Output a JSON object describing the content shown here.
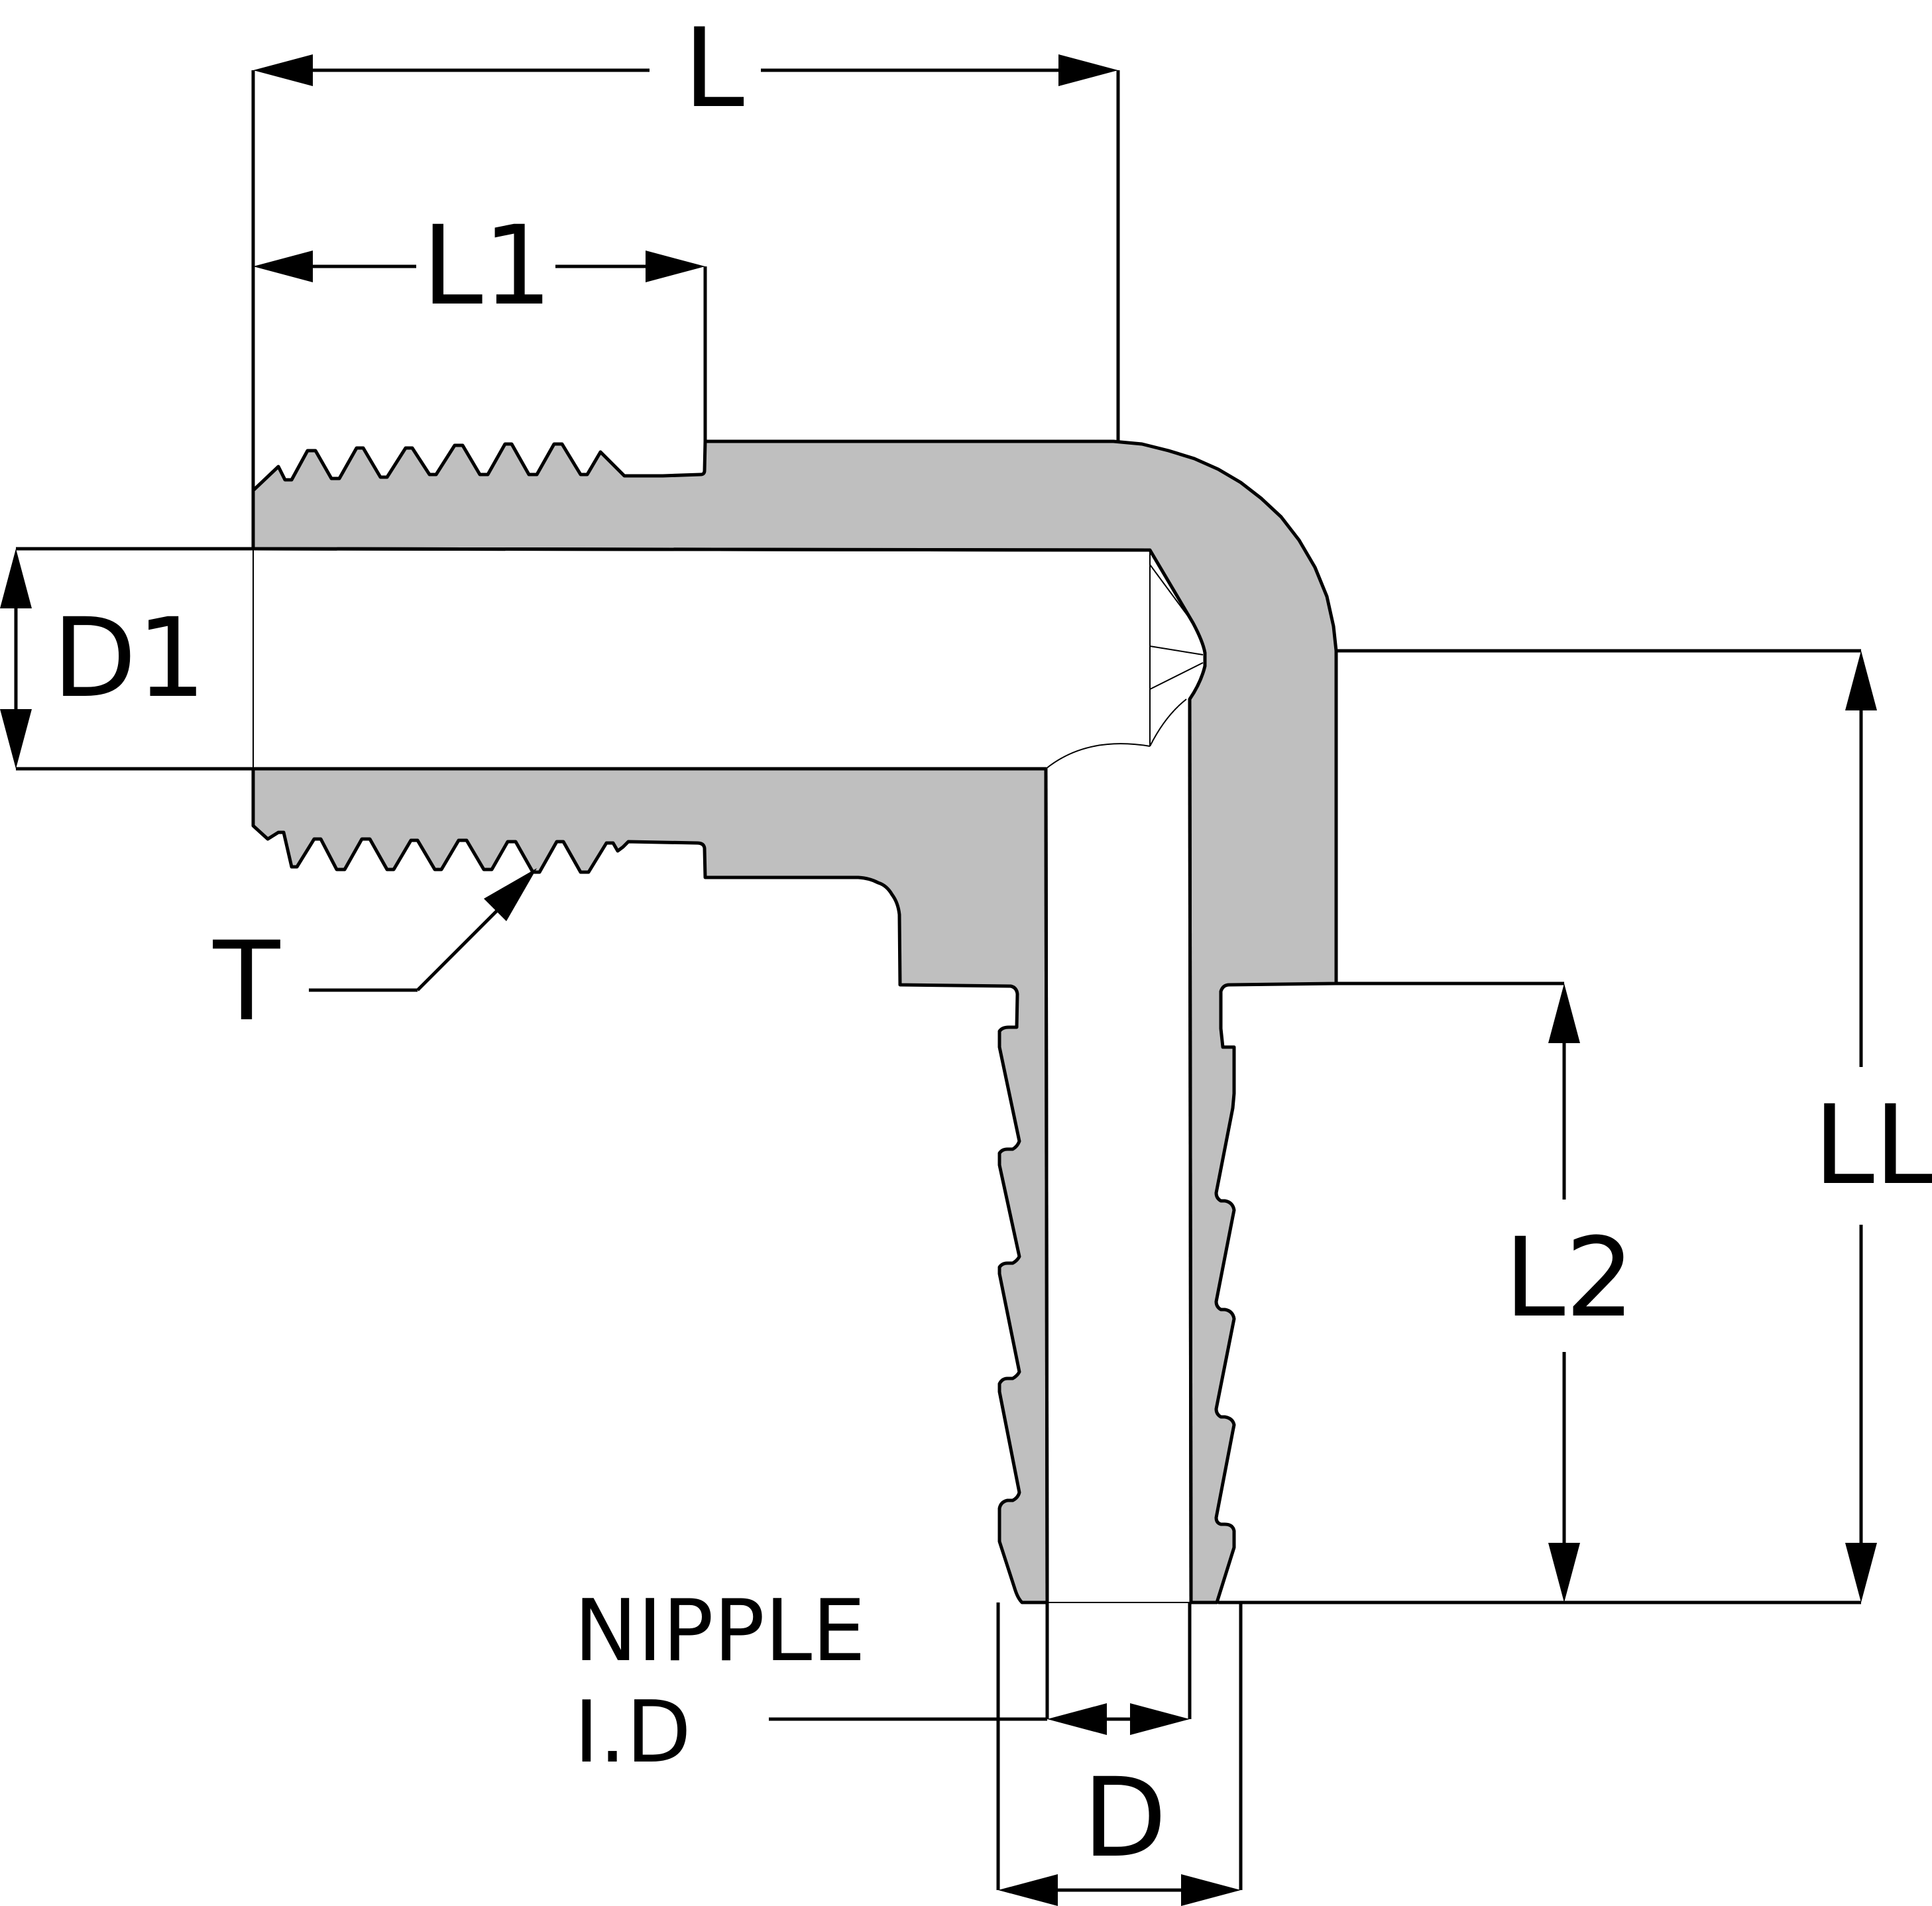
{
  "diagram": {
    "labels": {
      "L": "L",
      "L1": "L1",
      "D1": "D1",
      "T": "T",
      "LL": "LL",
      "L2": "L2",
      "nipple_line1": "NIPPLE",
      "nipple_line2": "I.D",
      "D": "D"
    },
    "colors": {
      "body_fill": "#bfbfbf",
      "line": "#000000",
      "background": "#ffffff"
    }
  }
}
